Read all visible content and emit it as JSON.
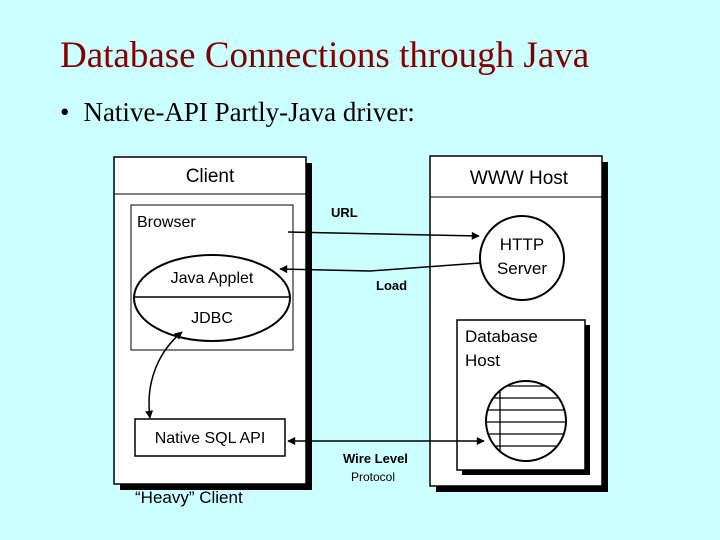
{
  "slide": {
    "title": "Database Connections through Java",
    "bullet": "Native-API Partly-Java driver:"
  },
  "diagram": {
    "client_label": "Client",
    "host_label": "WWW Host",
    "browser_label": "Browser",
    "applet_label": "Java Applet",
    "jdbc_label": "JDBC",
    "native_api_label": "Native SQL API",
    "heavy_client_label": "“Heavy” Client",
    "http_server_line1": "HTTP",
    "http_server_line2": "Server",
    "db_host_line1": "Database",
    "db_host_line2": "Host",
    "url_label": "URL",
    "load_label": "Load",
    "wire_line1": "Wire Level",
    "wire_line2": "Protocol"
  },
  "colors": {
    "background": "#ccffff",
    "title": "#800000",
    "box_fill": "#ffffff",
    "shadow": "#000000"
  }
}
